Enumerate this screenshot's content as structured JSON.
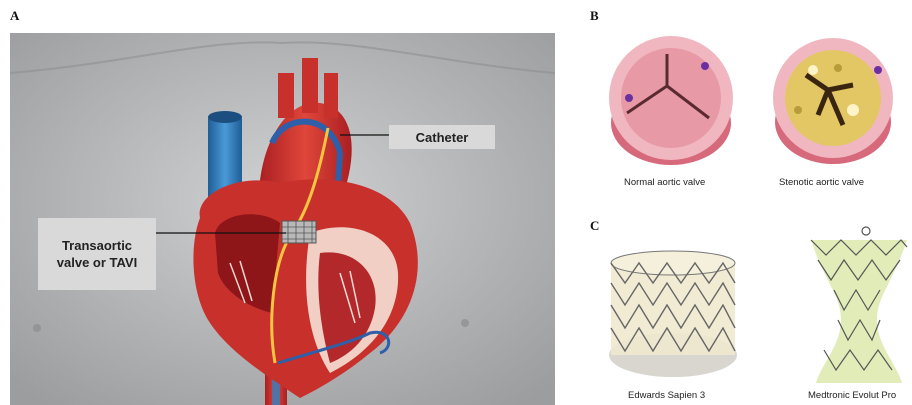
{
  "panels": {
    "a": {
      "letter": "A",
      "labels": {
        "catheter": "Catheter",
        "tavi_line1": "Transaortic",
        "tavi_line2": "valve or TAVI"
      }
    },
    "b": {
      "letter": "B",
      "captions": {
        "normal": "Normal aortic valve",
        "stenotic": "Stenotic aortic valve"
      }
    },
    "c": {
      "letter": "C",
      "captions": {
        "sapien": "Edwards Sapien 3",
        "evolut": "Medtronic Evolut Pro"
      }
    }
  },
  "colors": {
    "background_gray": "#a9aaac",
    "heart_red": "#c8302c",
    "vein_blue": "#2f7fc1",
    "label_box": "#d9d9d9",
    "valve_pink": "#e8a6b0",
    "calcification": "#e3c765"
  }
}
